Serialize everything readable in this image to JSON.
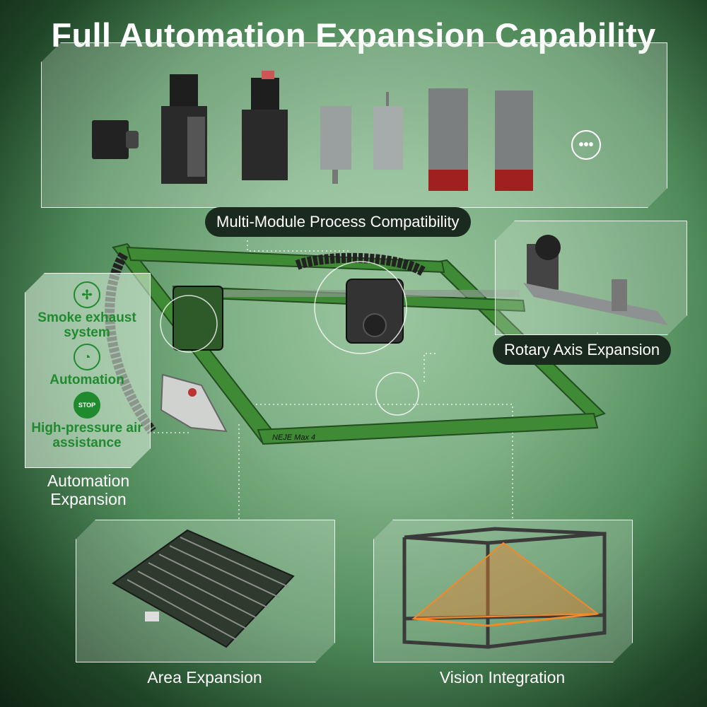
{
  "title": "Full Automation Expansion Capability",
  "labels": {
    "multi_module": "Multi-Module Process Compatibility",
    "rotary": "Rotary Axis Expansion",
    "automation": "Automation Expansion",
    "area": "Area Expansion",
    "vision": "Vision Integration"
  },
  "features": [
    {
      "icon": "fan-icon",
      "label": "Smoke exhaust system"
    },
    {
      "icon": "gauge-icon",
      "label": "Automation"
    },
    {
      "icon": "stop-icon",
      "label": "High-pressure air assistance",
      "badge": "STOP"
    }
  ],
  "more_icon": "more-icon",
  "brand_text": "NEJE Max 4"
}
